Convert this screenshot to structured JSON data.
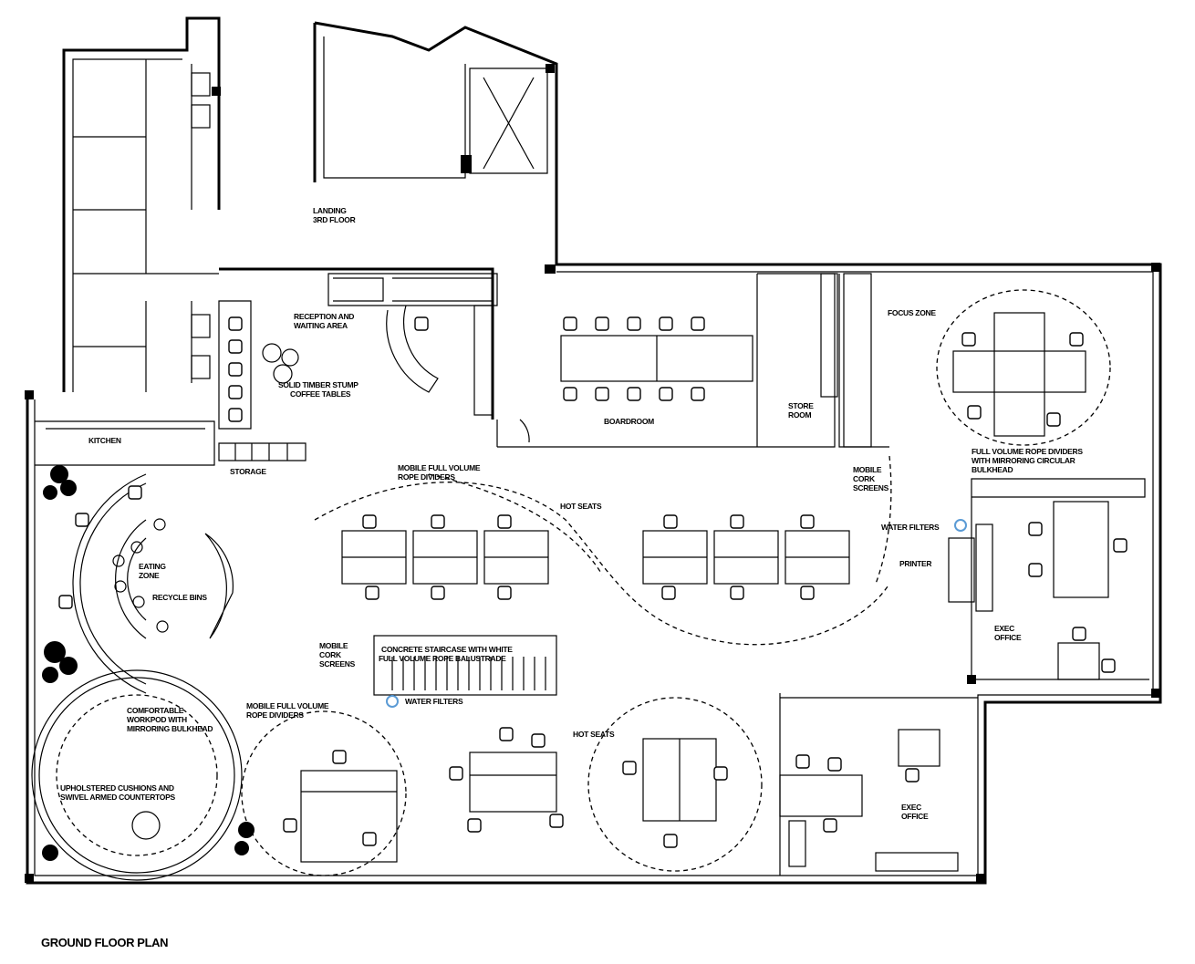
{
  "plan_title": "GROUND FLOOR PLAN",
  "labels": {
    "landing": [
      "LANDING",
      "3RD FLOOR"
    ],
    "reception": [
      "RECEPTION AND",
      "WAITING AREA"
    ],
    "coffee_tables": [
      "SOLID TIMBER STUMP",
      "COFFEE TABLES"
    ],
    "kitchen": "KITCHEN",
    "storage": "STORAGE",
    "boardroom": "BOARDROOM",
    "store_room": [
      "STORE",
      "ROOM"
    ],
    "focus_zone": "FOCUS ZONE",
    "focus_dividers": [
      "FULL VOLUME ROPE DIVIDERS",
      "WITH MIRRORING CIRCULAR",
      "BULKHEAD"
    ],
    "cork_screens_right": [
      "MOBILE",
      "CORK",
      "SCREENS"
    ],
    "rope_dividers_top": [
      "MOBILE FULL VOLUME",
      "ROPE DIVIDERS"
    ],
    "hot_seats_top": "HOT SEATS",
    "water_filters_right": "WATER FILTERS",
    "printer": "PRINTER",
    "exec_office_right": [
      "EXEC",
      "OFFICE"
    ],
    "eating_zone": [
      "EATING",
      "ZONE"
    ],
    "recycle_bins": "RECYCLE BINS",
    "cork_screens_left": [
      "MOBILE",
      "CORK",
      "SCREENS"
    ],
    "staircase": [
      "CONCRETE STAIRCASE WITH WHITE",
      "FULL VOLUME ROPE BALUSTRADE"
    ],
    "water_filters_center": "WATER FILTERS",
    "workpod": [
      "COMFORTABLE",
      "WORKPOD WITH",
      "MIRRORING BULKHEAD"
    ],
    "rope_dividers_bottom": [
      "MOBILE FULL VOLUME",
      "ROPE DIVIDERS"
    ],
    "hot_seats_bottom": "HOT SEATS",
    "cushions": [
      "UPHOLSTERED CUSHIONS AND",
      "SWIVEL ARMED COUNTERTOPS"
    ],
    "exec_office_bottom": [
      "EXEC",
      "OFFICE"
    ]
  },
  "colors": {
    "lines": "#000000",
    "water_filter": "#5b9bd5"
  }
}
